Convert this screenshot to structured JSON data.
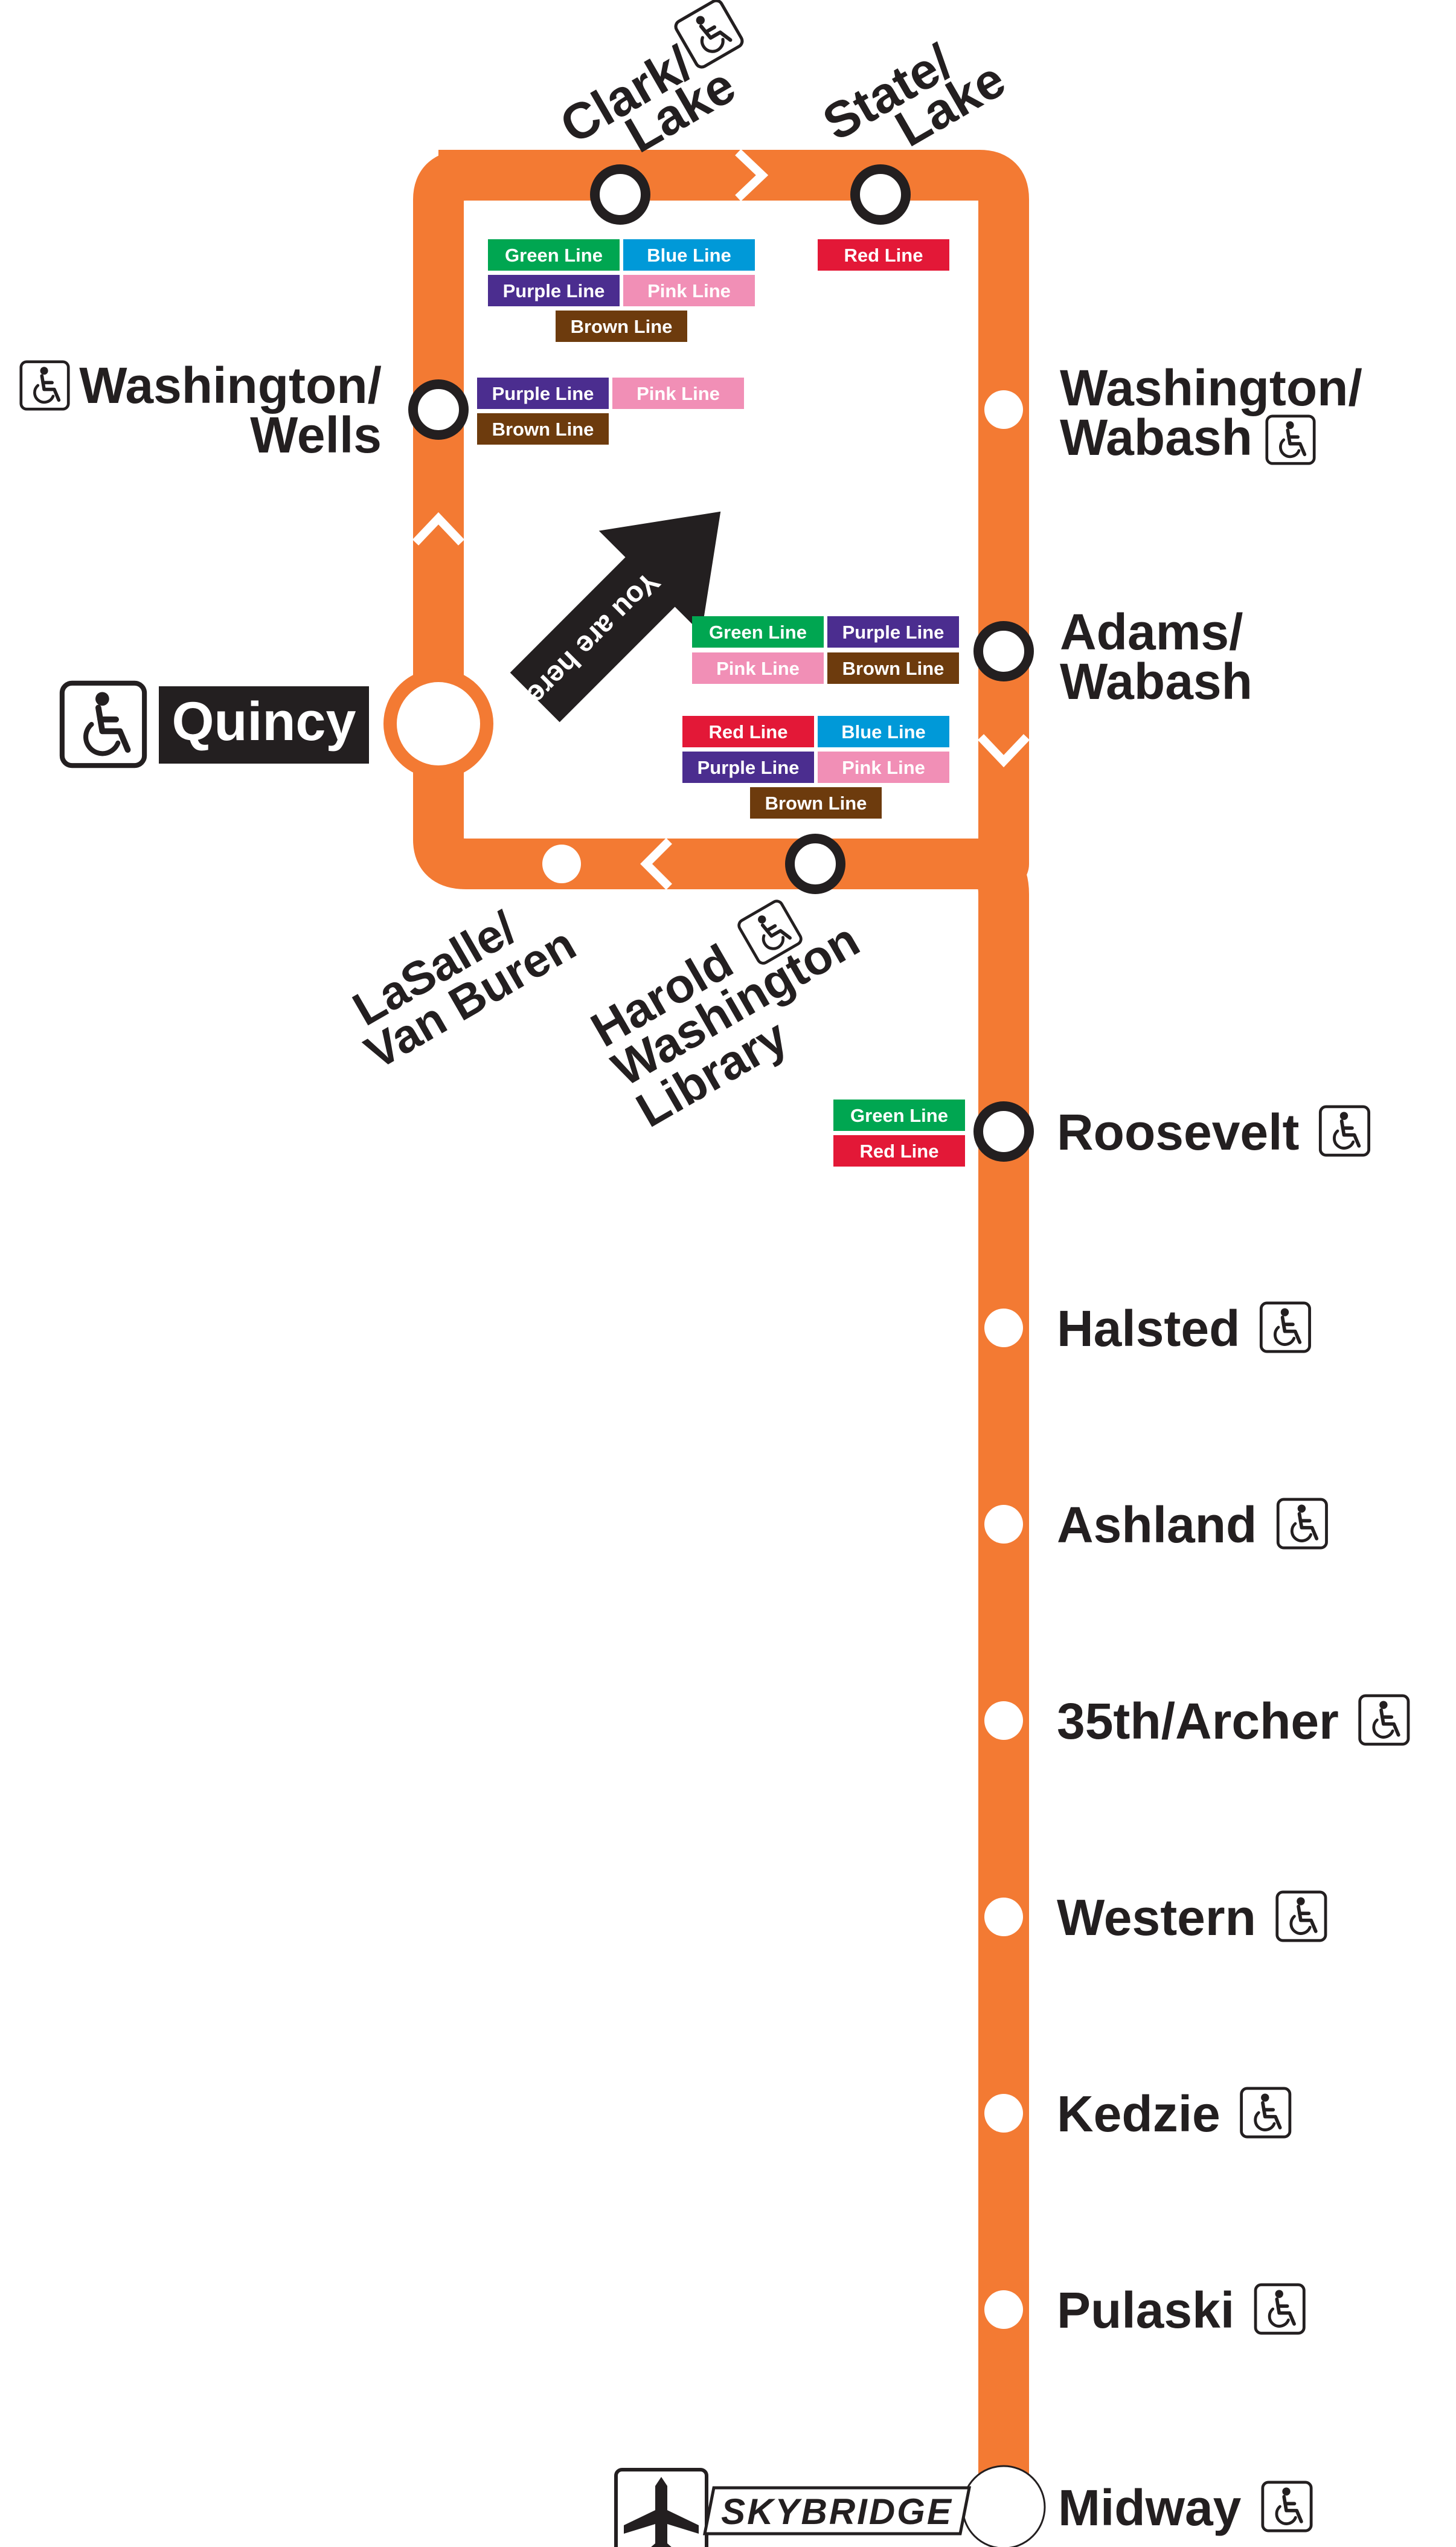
{
  "map": {
    "route_color": "#f37a33",
    "text_color": "#231f20",
    "line_colors": {
      "green": "#00a651",
      "blue": "#0099d8",
      "purple": "#4b2d8f",
      "pink": "#f18fb6",
      "brown": "#6d3b0d",
      "red": "#e31837"
    }
  },
  "you_are_here": "You are here",
  "current_station": {
    "name": "Quincy",
    "accessible": true
  },
  "loop_stations": [
    {
      "name_line1": "Clark/",
      "name_line2": "Lake",
      "accessible": true,
      "transfer": true,
      "connections": [
        "Green Line",
        "Blue Line",
        "Purple Line",
        "Pink Line",
        "Brown Line"
      ]
    },
    {
      "name_line1": "State/",
      "name_line2": "Lake",
      "accessible": false,
      "transfer": true,
      "connections": [
        "Red Line"
      ]
    },
    {
      "name_line1": "Washington/",
      "name_line2": "Wells",
      "accessible": true,
      "transfer": true,
      "connections": [
        "Purple Line",
        "Pink Line",
        "Brown Line"
      ]
    },
    {
      "name_line1": "Washington/",
      "name_line2": "Wabash",
      "accessible": true,
      "transfer": false,
      "connections": []
    },
    {
      "name_line1": "Adams/",
      "name_line2": "Wabash",
      "accessible": false,
      "transfer": true,
      "connections": [
        "Green Line",
        "Purple Line",
        "Pink Line",
        "Brown Line"
      ]
    },
    {
      "name_line1": "LaSalle/",
      "name_line2": "Van Buren",
      "accessible": false,
      "transfer": false,
      "connections": []
    },
    {
      "name_line1": "Harold",
      "name_line2": "Washington",
      "name_line3": "Library",
      "accessible": true,
      "transfer": true,
      "connections": [
        "Red Line",
        "Blue Line",
        "Purple Line",
        "Pink Line",
        "Brown Line"
      ]
    }
  ],
  "branch_stations": [
    {
      "name": "Roosevelt",
      "accessible": true,
      "transfer": true,
      "connections": [
        "Green Line",
        "Red Line"
      ]
    },
    {
      "name": "Halsted",
      "accessible": true,
      "transfer": false,
      "connections": []
    },
    {
      "name": "Ashland",
      "accessible": true,
      "transfer": false,
      "connections": []
    },
    {
      "name": "35th/Archer",
      "accessible": true,
      "transfer": false,
      "connections": []
    },
    {
      "name": "Western",
      "accessible": true,
      "transfer": false,
      "connections": []
    },
    {
      "name": "Kedzie",
      "accessible": true,
      "transfer": false,
      "connections": []
    },
    {
      "name": "Pulaski",
      "accessible": true,
      "transfer": false,
      "connections": []
    },
    {
      "name": "Midway",
      "accessible": true,
      "transfer": false,
      "terminal": true,
      "connections": []
    }
  ],
  "terminal_info": {
    "skybridge_label": "SKYBRIDGE",
    "airport_icon": "airplane-icon"
  },
  "icons": {
    "accessible": "wheelchair-icon",
    "airport": "airplane-icon",
    "arrow": "you-are-here-arrow-icon"
  }
}
